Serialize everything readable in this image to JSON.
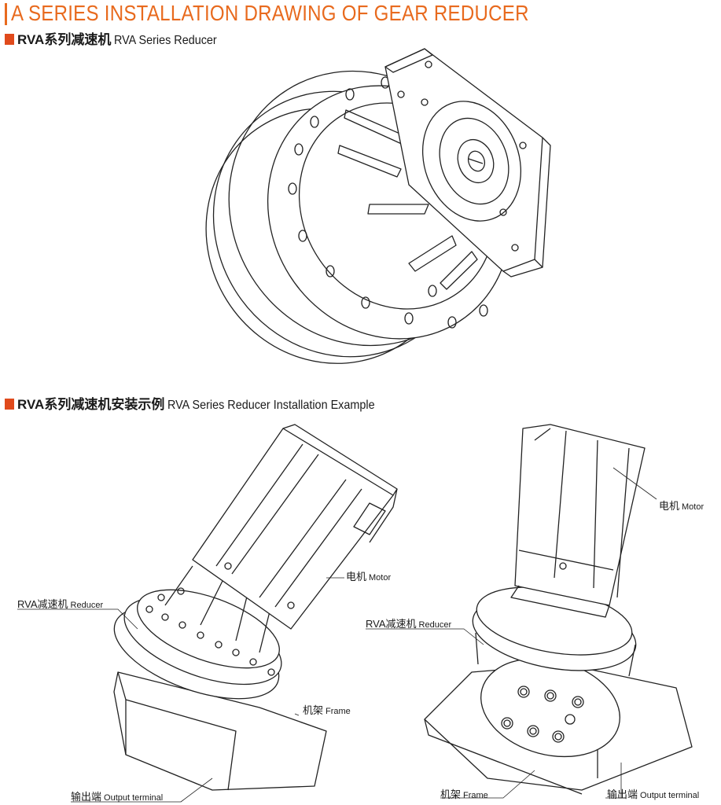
{
  "header": {
    "title": "A SERIES INSTALLATION DRAWING OF GEAR REDUCER",
    "accent_color": "#e86a1e"
  },
  "section1": {
    "title_cn": "RVA系列减速机",
    "title_en": "RVA Series Reducer"
  },
  "section2": {
    "title_cn": "RVA系列减速机安装示例",
    "title_en": "RVA Series Reducer Installation Example"
  },
  "left_example": {
    "motor_cn": "电机",
    "motor_en": "Motor",
    "reducer_cn": "RVA减速机",
    "reducer_en": "Reducer",
    "frame_cn": "机架",
    "frame_en": "Frame",
    "output_cn": "输出端",
    "output_en": "Output terminal"
  },
  "right_example": {
    "motor_cn": "电机",
    "motor_en": "Motor",
    "reducer_cn": "RVA减速机",
    "reducer_en": "Reducer",
    "frame_cn": "机架",
    "frame_en": "Frame",
    "output_cn": "输出端",
    "output_en": "Output terminal"
  }
}
